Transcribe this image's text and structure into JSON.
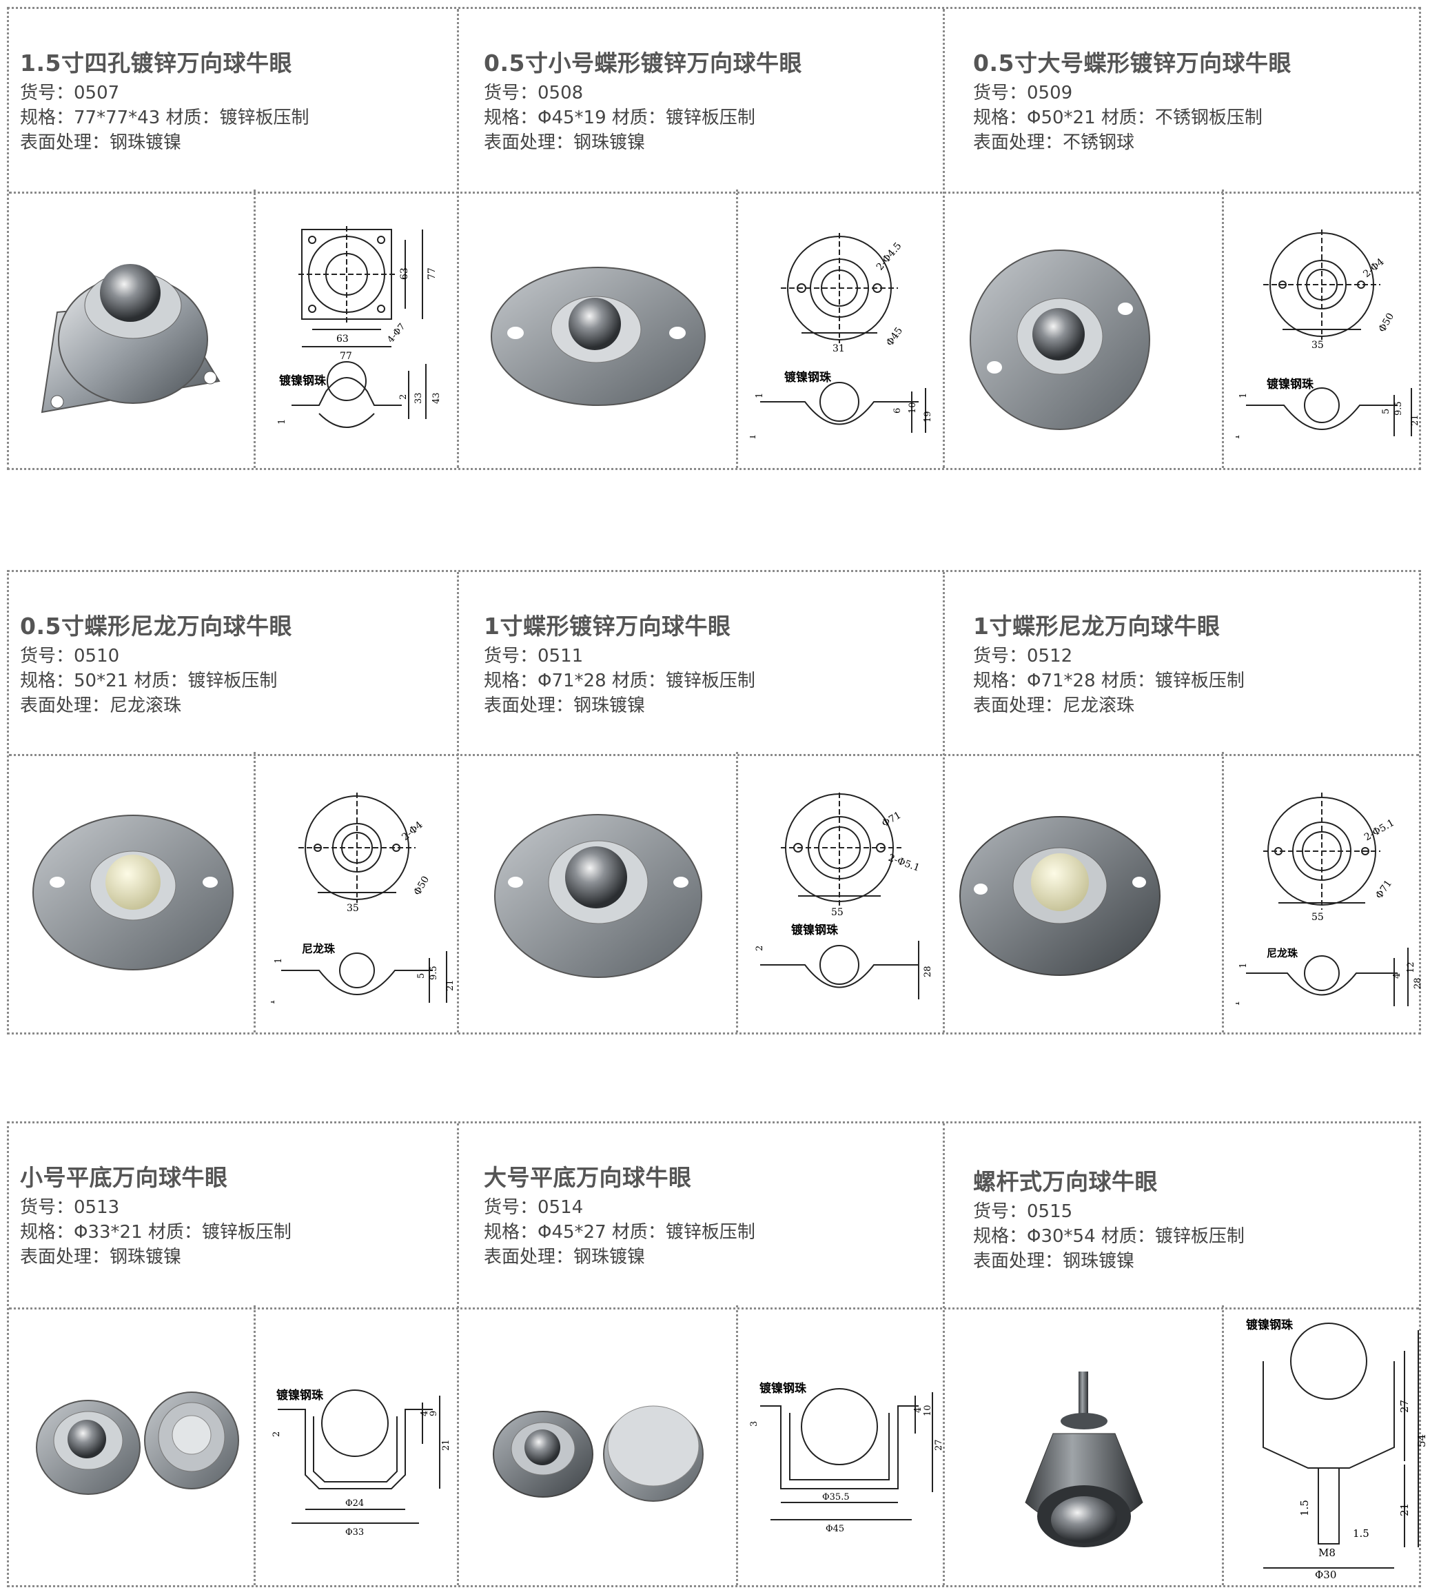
{
  "products": [
    {
      "title": "1.5寸四孔镀锌万向球牛眼",
      "item_no": "货号：0507",
      "spec": "规格：77*77*43  材质：镀锌板压制",
      "surface": "表面处理：钢珠镀镍",
      "drawing": {
        "ball_label": "镀镍钢珠",
        "dims": [
          "63",
          "77",
          "63",
          "77",
          "4-Φ7",
          "2",
          "33",
          "43",
          "1"
        ]
      }
    },
    {
      "title": "0.5寸小号蝶形镀锌万向球牛眼",
      "item_no": "货号：0508",
      "spec": "规格：Φ45*19 材质：镀锌板压制",
      "surface": "表面处理：钢珠镀镍",
      "drawing": {
        "ball_label": "镀镍钢珠",
        "dims": [
          "2-Φ4.5",
          "31",
          "Φ45",
          "10",
          "6",
          "19",
          "1",
          "1"
        ]
      }
    },
    {
      "title": "0.5寸大号蝶形镀锌万向球牛眼",
      "item_no": "货号：0509",
      "spec": "规格：Φ50*21 材质：不锈钢板压制",
      "surface": "表面处理：不锈钢球",
      "drawing": {
        "ball_label": "镀镍钢珠",
        "dims": [
          "2-Φ4",
          "Φ50",
          "35",
          "9.5",
          "5",
          "21",
          "1",
          "1"
        ]
      }
    },
    {
      "title": "0.5寸蝶形尼龙万向球牛眼",
      "item_no": "货号：0510",
      "spec": "规格：50*21 材质：镀锌板压制",
      "surface": "表面处理：尼龙滚珠",
      "drawing": {
        "ball_label": "尼龙珠",
        "dims": [
          "2-Φ4",
          "Φ50",
          "35",
          "9.5",
          "5",
          "21",
          "1",
          "1"
        ]
      }
    },
    {
      "title": "1寸蝶形镀锌万向球牛眼",
      "item_no": "货号：0511",
      "spec": "规格：Φ71*28 材质：镀锌板压制",
      "surface": "表面处理：钢珠镀镍",
      "drawing": {
        "ball_label": "镀镍钢珠",
        "dims": [
          "Φ71",
          "2-Φ5.1",
          "55",
          "2",
          "28"
        ]
      }
    },
    {
      "title": "1寸蝶形尼龙万向球牛眼",
      "item_no": "货号：0512",
      "spec": "规格：Φ71*28 材质：镀锌板压制",
      "surface": "表面处理：尼龙滚珠",
      "drawing": {
        "ball_label": "尼龙珠",
        "dims": [
          "2-Φ5.1",
          "Φ71",
          "55",
          "12",
          "4",
          "28",
          "1",
          "1"
        ]
      }
    },
    {
      "title": "小号平底万向球牛眼",
      "item_no": "货号：0513",
      "spec": "规格：Φ33*21 材质：镀锌板压制",
      "surface": "表面处理：钢珠镀镍",
      "drawing": {
        "ball_label": "镀镍钢珠",
        "dims": [
          "2",
          "4",
          "9",
          "21",
          "Φ24",
          "Φ33"
        ]
      }
    },
    {
      "title": "大号平底万向球牛眼",
      "item_no": "货号：0514",
      "spec": "规格：Φ45*27 材质：镀锌板压制",
      "surface": "表面处理：钢珠镀镍",
      "drawing": {
        "ball_label": "镀镍钢珠",
        "dims": [
          "3",
          "4",
          "10",
          "27",
          "Φ35.5",
          "Φ45"
        ]
      }
    },
    {
      "title": "螺杆式万向球牛眼",
      "item_no": "货号：0515",
      "spec": "规格：Φ30*54 材质：镀锌板压制",
      "surface": "表面处理：钢珠镀镍",
      "drawing": {
        "ball_label": "镀镍钢珠",
        "dims": [
          "27",
          "54",
          "21",
          "1.5",
          "1.5",
          "M8",
          "Φ30"
        ]
      }
    }
  ]
}
